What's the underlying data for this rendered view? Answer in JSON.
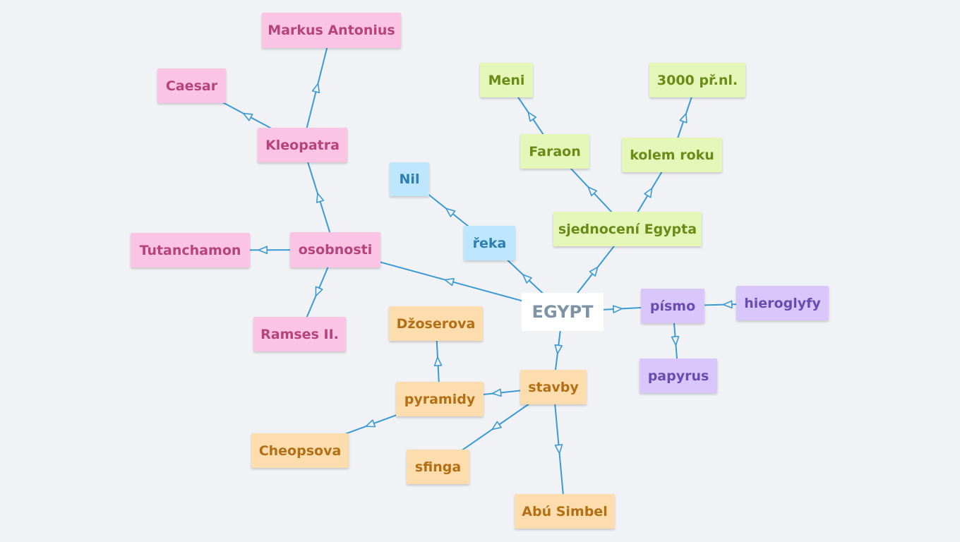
{
  "diagram": {
    "root": {
      "id": "egypt",
      "label": "EGYPT"
    },
    "colors": {
      "edge": "#3a9ad2",
      "background": "#f0f2f5",
      "pink": "#fbc3e4",
      "green": "#e4f6b8",
      "blue": "#bee6fc",
      "purple": "#d9c6fb",
      "orange": "#fddcad"
    },
    "nodes": [
      {
        "id": "osobnosti",
        "label": "osobnosti",
        "branch": "pink"
      },
      {
        "id": "kleopatra",
        "label": "Kleopatra",
        "branch": "pink"
      },
      {
        "id": "markus",
        "label": "Markus Antonius",
        "branch": "pink"
      },
      {
        "id": "caesar",
        "label": "Caesar",
        "branch": "pink"
      },
      {
        "id": "tutanchamon",
        "label": "Tutanchamon",
        "branch": "pink"
      },
      {
        "id": "ramses",
        "label": "Ramses II.",
        "branch": "pink"
      },
      {
        "id": "reka",
        "label": "řeka",
        "branch": "blue"
      },
      {
        "id": "nil",
        "label": "Nil",
        "branch": "blue"
      },
      {
        "id": "sjednoceni",
        "label": "sjednocení Egypta",
        "branch": "green"
      },
      {
        "id": "faraon",
        "label": "Faraon",
        "branch": "green"
      },
      {
        "id": "meni",
        "label": "Meni",
        "branch": "green"
      },
      {
        "id": "kolem",
        "label": "kolem roku",
        "branch": "green"
      },
      {
        "id": "rok3000",
        "label": "3000 př.nl.",
        "branch": "green"
      },
      {
        "id": "pismo",
        "label": "písmo",
        "branch": "purple"
      },
      {
        "id": "hieroglyfy",
        "label": "hieroglyfy",
        "branch": "purple"
      },
      {
        "id": "papyrus",
        "label": "papyrus",
        "branch": "purple"
      },
      {
        "id": "stavby",
        "label": "stavby",
        "branch": "orange"
      },
      {
        "id": "pyramidy",
        "label": "pyramidy",
        "branch": "orange"
      },
      {
        "id": "dzoserova",
        "label": "Džoserova",
        "branch": "orange"
      },
      {
        "id": "cheopsova",
        "label": "Cheopsova",
        "branch": "orange"
      },
      {
        "id": "sfinga",
        "label": "sfinga",
        "branch": "orange"
      },
      {
        "id": "abu",
        "label": "Abú Simbel",
        "branch": "orange"
      }
    ],
    "edges": [
      {
        "from": "egypt",
        "to": "osobnosti"
      },
      {
        "from": "osobnosti",
        "to": "kleopatra"
      },
      {
        "from": "kleopatra",
        "to": "markus"
      },
      {
        "from": "kleopatra",
        "to": "caesar"
      },
      {
        "from": "osobnosti",
        "to": "tutanchamon"
      },
      {
        "from": "osobnosti",
        "to": "ramses"
      },
      {
        "from": "egypt",
        "to": "reka"
      },
      {
        "from": "reka",
        "to": "nil"
      },
      {
        "from": "egypt",
        "to": "sjednoceni"
      },
      {
        "from": "sjednoceni",
        "to": "faraon"
      },
      {
        "from": "faraon",
        "to": "meni"
      },
      {
        "from": "sjednoceni",
        "to": "kolem"
      },
      {
        "from": "kolem",
        "to": "rok3000"
      },
      {
        "from": "egypt",
        "to": "pismo"
      },
      {
        "from": "hieroglyfy",
        "to": "pismo"
      },
      {
        "from": "pismo",
        "to": "papyrus"
      },
      {
        "from": "egypt",
        "to": "stavby"
      },
      {
        "from": "stavby",
        "to": "pyramidy"
      },
      {
        "from": "pyramidy",
        "to": "dzoserova"
      },
      {
        "from": "pyramidy",
        "to": "cheopsova"
      },
      {
        "from": "stavby",
        "to": "sfinga"
      },
      {
        "from": "stavby",
        "to": "abu"
      }
    ]
  }
}
